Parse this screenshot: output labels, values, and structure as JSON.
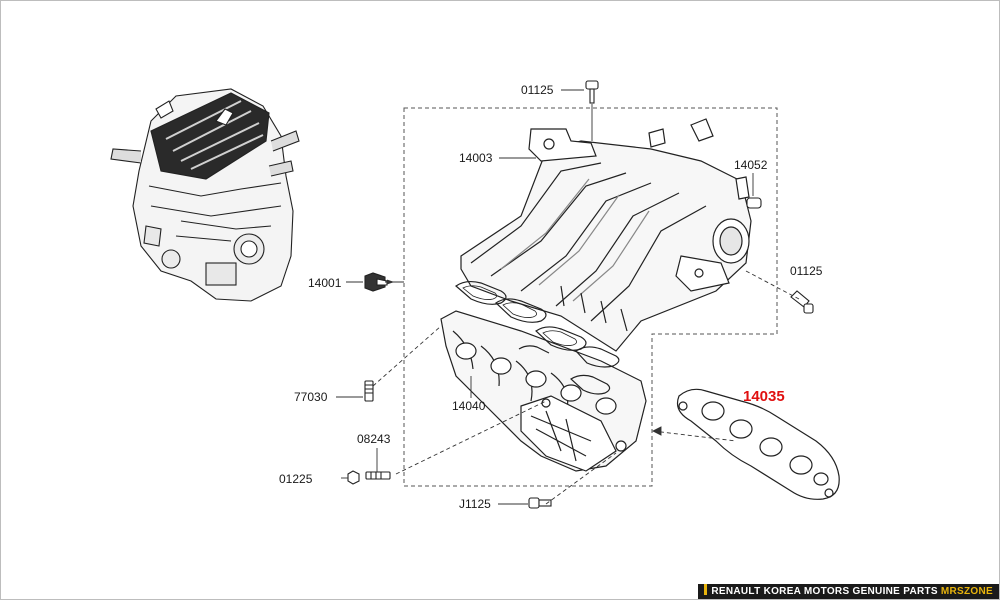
{
  "diagram": {
    "callouts": {
      "p01125_top": "01125",
      "p14003": "14003",
      "p14052": "14052",
      "p01125_right": "01125",
      "p14001": "14001",
      "p77030": "77030",
      "p14040": "14040",
      "p14035": "14035",
      "p08243": "08243",
      "p01225": "01225",
      "pJ1125": "J1125"
    },
    "highlighted_part": "14035"
  },
  "footer": {
    "brand": "RENAULT KOREA MOTORS GENUINE PARTS",
    "zone": "MRSZONE"
  },
  "colors": {
    "line": "#222222",
    "highlight": "#e01010",
    "footer_bg": "#1a1a1a",
    "accent": "#e8b40c"
  }
}
